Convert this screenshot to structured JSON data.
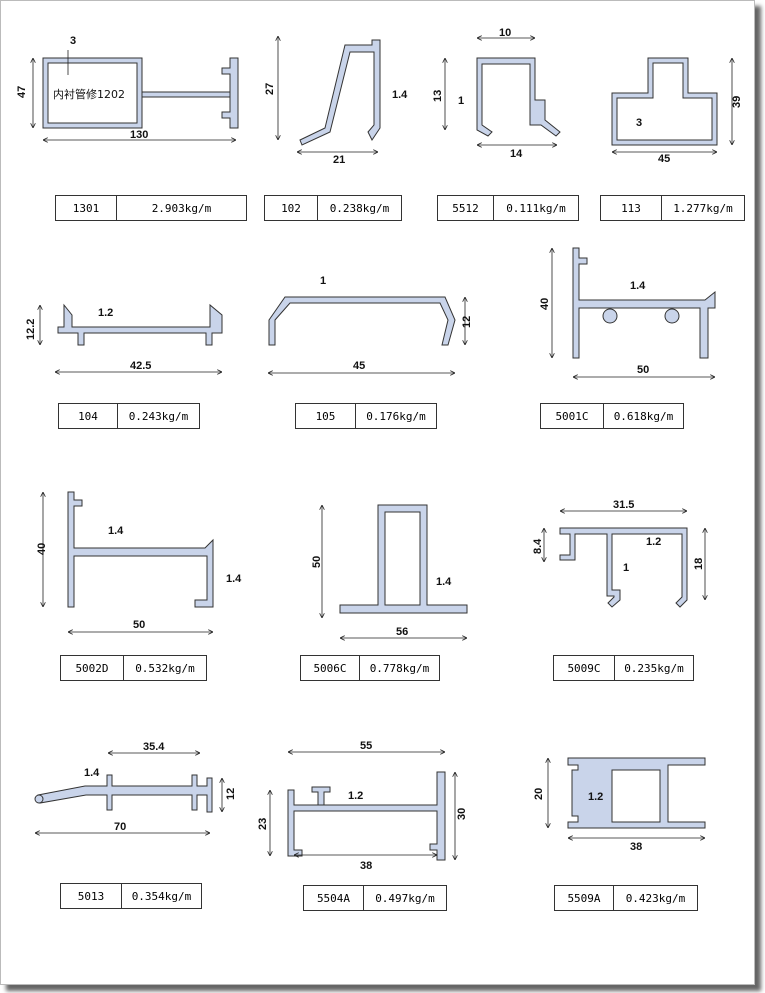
{
  "profiles": [
    {
      "code": "1301",
      "weight": "2.903kg/m",
      "dims": [
        "3",
        "47",
        "130"
      ],
      "note": "内衬管修1202"
    },
    {
      "code": "102",
      "weight": "0.238kg/m",
      "dims": [
        "27",
        "21",
        "1.4"
      ]
    },
    {
      "code": "5512",
      "weight": "0.111kg/m",
      "dims": [
        "10",
        "13",
        "1",
        "14"
      ]
    },
    {
      "code": "113",
      "weight": "1.277kg/m",
      "dims": [
        "39",
        "45",
        "3"
      ]
    },
    {
      "code": "104",
      "weight": "0.243kg/m",
      "dims": [
        "12.2",
        "1.2",
        "42.5"
      ]
    },
    {
      "code": "105",
      "weight": "0.176kg/m",
      "dims": [
        "1",
        "12",
        "45"
      ]
    },
    {
      "code": "5001C",
      "weight": "0.618kg/m",
      "dims": [
        "40",
        "1.4",
        "50"
      ]
    },
    {
      "code": "5002D",
      "weight": "0.532kg/m",
      "dims": [
        "40",
        "1.4",
        "1.4",
        "50"
      ]
    },
    {
      "code": "5006C",
      "weight": "0.778kg/m",
      "dims": [
        "50",
        "1.4",
        "56"
      ]
    },
    {
      "code": "5009C",
      "weight": "0.235kg/m",
      "dims": [
        "31.5",
        "8.4",
        "1.2",
        "1",
        "18"
      ]
    },
    {
      "code": "5013",
      "weight": "0.354kg/m",
      "dims": [
        "1.4",
        "35.4",
        "12",
        "70"
      ]
    },
    {
      "code": "5504A",
      "weight": "0.497kg/m",
      "dims": [
        "55",
        "23",
        "1.2",
        "30",
        "38"
      ]
    },
    {
      "code": "5509A",
      "weight": "0.423kg/m",
      "dims": [
        "20",
        "1.2",
        "38"
      ]
    }
  ],
  "colors": {
    "profile_fill": "#c9d4ea",
    "outline": "#333333"
  }
}
